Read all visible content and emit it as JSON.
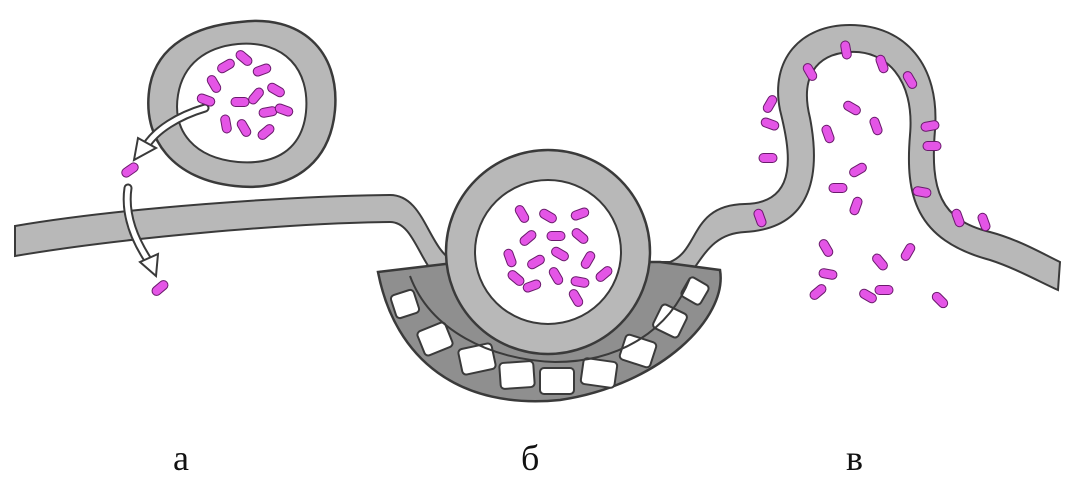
{
  "colors": {
    "membrane_fill": "#b8b8b8",
    "membrane_stroke": "#3a3a3a",
    "coat_fill": "#8f8f8f",
    "molecule": "#e455e6",
    "arrow": "#ffffff"
  },
  "panels": [
    {
      "id": "a",
      "label": "а"
    },
    {
      "id": "b",
      "label": "б"
    },
    {
      "id": "v",
      "label": "в"
    }
  ]
}
